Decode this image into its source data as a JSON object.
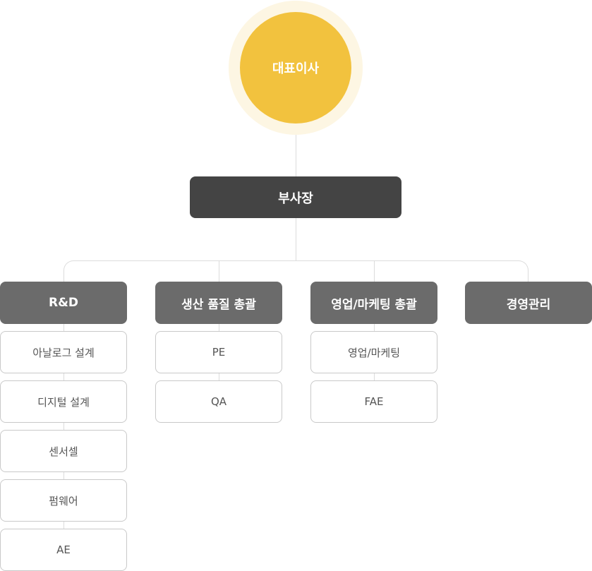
{
  "ceo": {
    "label": "대표이사"
  },
  "vice_president": {
    "label": "부사장"
  },
  "departments": [
    {
      "label": "R&D",
      "teams": [
        "아날로그 설계",
        "디지털 설계",
        "센서셀",
        "펌웨어",
        "AE"
      ]
    },
    {
      "label": "생산 품질 총괄",
      "teams": [
        "PE",
        "QA"
      ]
    },
    {
      "label": "영업/마케팅 총괄",
      "teams": [
        "영업/마케팅",
        "FAE"
      ]
    },
    {
      "label": "경영관리",
      "teams": []
    }
  ],
  "colors": {
    "ceo": "#f2c23e",
    "ceo_halo": "#fdf6e3",
    "vice_president": "#444444",
    "department": "#6b6b6b",
    "team_border": "#c9c9c9",
    "connector": "#dcdcdc"
  }
}
